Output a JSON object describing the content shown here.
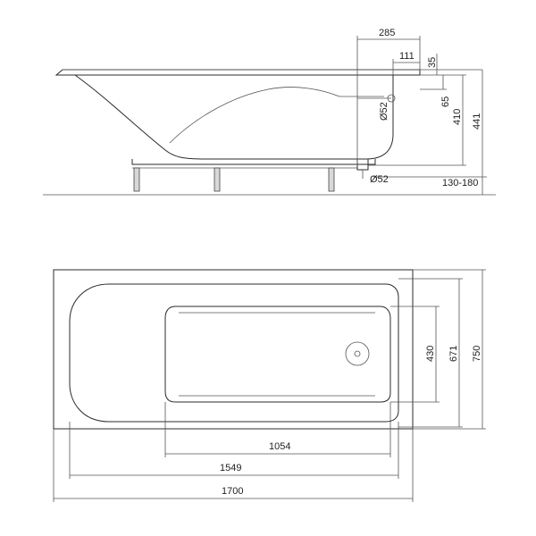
{
  "side_view": {
    "dim_285": "285",
    "dim_111": "111",
    "dim_35": "35",
    "dim_65": "65",
    "dim_410": "410",
    "dim_441": "441",
    "dim_overflow": "Ø52",
    "dim_drain": "Ø52",
    "dim_legs": "130-180"
  },
  "top_view": {
    "dim_1054": "1054",
    "dim_1549": "1549",
    "dim_1700": "1700",
    "dim_430": "430",
    "dim_671": "671",
    "dim_750": "750"
  }
}
